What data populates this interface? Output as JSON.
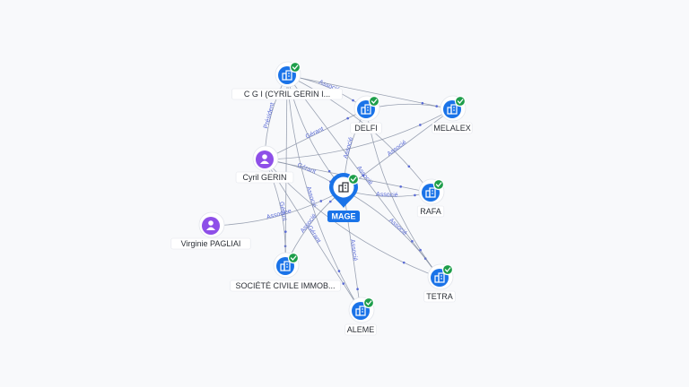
{
  "colors": {
    "company": "#1a73e8",
    "person": "#8e4fe8",
    "check": "#1e9e4a",
    "edge": "#8a93a6",
    "edge_label": "#5a6bd6",
    "focus": "#1a73e8"
  },
  "icons": {
    "company": "building-icon",
    "person": "person-icon",
    "check": "check-badge-icon"
  },
  "nodes": [
    {
      "id": "cgi",
      "label": "C G I (CYRIL GERIN I...",
      "type": "company",
      "verified": true
    },
    {
      "id": "delfi",
      "label": "DELFI",
      "type": "company",
      "verified": true
    },
    {
      "id": "melalex",
      "label": "MELALEX",
      "type": "company",
      "verified": true
    },
    {
      "id": "cyril",
      "label": "Cyril GERIN",
      "type": "person",
      "verified": false
    },
    {
      "id": "mage",
      "label": "MAGE",
      "type": "focus",
      "verified": true
    },
    {
      "id": "rafa",
      "label": "RAFA",
      "type": "company",
      "verified": true
    },
    {
      "id": "virginie",
      "label": "Virginie PAGLIAI",
      "type": "person",
      "verified": false
    },
    {
      "id": "sci",
      "label": "SOCIÉTÉ CIVILE IMMOB...",
      "type": "company",
      "verified": true
    },
    {
      "id": "tetra",
      "label": "TETRA",
      "type": "company",
      "verified": true
    },
    {
      "id": "aleme",
      "label": "ALEME",
      "type": "company",
      "verified": true
    }
  ],
  "edges": [
    {
      "from": "cgi",
      "to": "delfi",
      "label": "Associé"
    },
    {
      "from": "cgi",
      "to": "melalex",
      "label": ""
    },
    {
      "from": "cgi",
      "to": "mage",
      "label": ""
    },
    {
      "from": "cgi",
      "to": "rafa",
      "label": ""
    },
    {
      "from": "cgi",
      "to": "tetra",
      "label": "Associé"
    },
    {
      "from": "cgi",
      "to": "aleme",
      "label": "Associé"
    },
    {
      "from": "cyril",
      "to": "cgi",
      "label": "Président"
    },
    {
      "from": "cyril",
      "to": "delfi",
      "label": "Gérant"
    },
    {
      "from": "cyril",
      "to": "melalex",
      "label": ""
    },
    {
      "from": "cyril",
      "to": "mage",
      "label": "Gérant"
    },
    {
      "from": "cyril",
      "to": "rafa",
      "label": ""
    },
    {
      "from": "cyril",
      "to": "tetra",
      "label": ""
    },
    {
      "from": "cyril",
      "to": "sci",
      "label": "Gérant"
    },
    {
      "from": "cyril",
      "to": "aleme",
      "label": "Gérant"
    },
    {
      "from": "delfi",
      "to": "mage",
      "label": "Associé"
    },
    {
      "from": "delfi",
      "to": "melalex",
      "label": ""
    },
    {
      "from": "melalex",
      "to": "mage",
      "label": "Associé"
    },
    {
      "from": "mage",
      "to": "rafa",
      "label": "Associé"
    },
    {
      "from": "mage",
      "to": "tetra",
      "label": "Associé"
    },
    {
      "from": "mage",
      "to": "aleme",
      "label": "Associé"
    },
    {
      "from": "virginie",
      "to": "mage",
      "label": "Associée"
    },
    {
      "from": "sci",
      "to": "mage",
      "label": "Associé"
    },
    {
      "from": "cgi",
      "to": "sci",
      "label": ""
    },
    {
      "from": "delfi",
      "to": "tetra",
      "label": ""
    }
  ]
}
